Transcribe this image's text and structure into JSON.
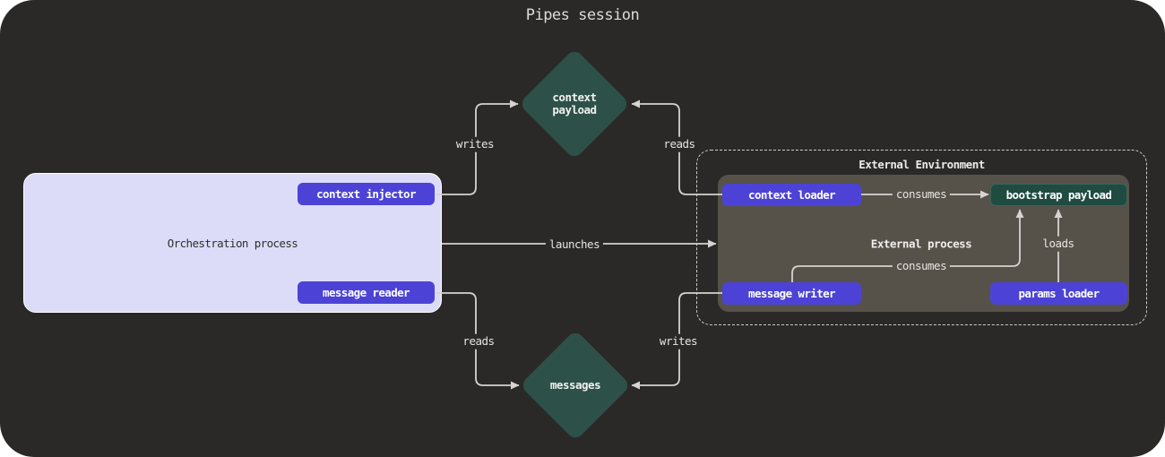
{
  "title": "Pipes session",
  "orchestration": {
    "label": "Orchestration process",
    "context_injector": "context injector",
    "message_reader": "message reader"
  },
  "external": {
    "environment_label": "External Environment",
    "process_label": "External process",
    "context_loader": "context loader",
    "bootstrap_payload": "bootstrap payload",
    "message_writer": "message writer",
    "params_loader": "params loader"
  },
  "data_nodes": {
    "context_payload": "context payload",
    "messages": "messages"
  },
  "edges": {
    "writes_top": "writes",
    "reads_top": "reads",
    "launches": "launches",
    "reads_bottom": "reads",
    "writes_bottom": "writes",
    "consumes_top": "consumes",
    "consumes_bottom": "consumes",
    "loads": "loads"
  },
  "colors": {
    "panel_bg": "#2b2928",
    "accent_purple": "#4c43d6",
    "diamond_green": "#2d5148",
    "bootstrap_green": "#1f4b41",
    "process_gray": "#56524a",
    "orchestration_lavender": "#dcdcf8",
    "line": "#d6d3d0"
  }
}
